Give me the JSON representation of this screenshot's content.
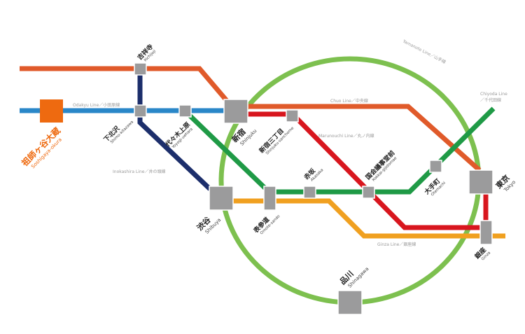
{
  "colors": {
    "chuo": "#e05a2a",
    "odakyu": "#2a87c8",
    "inokashira": "#1c2e6b",
    "chiyoda": "#1f9a46",
    "marunouchi": "#d8161e",
    "ginza": "#f0a020",
    "yamanote": "#7dc04f",
    "station": "#9b9b9c",
    "highlight": "#ee6a10"
  },
  "lines": {
    "yamanote": "Yamanote Line／山手線",
    "chuo": "Chuo Line／中央線",
    "odakyu": "Odakyu Line／小田原線",
    "marunouchi": "Marunouchi Line／丸ノ内線",
    "inokashira": "Inokashira Line／井の頭線",
    "chiyoda_1": "Chiyoda Line",
    "chiyoda_2": "／千代田線",
    "ginza": "Ginza Line／銀座線"
  },
  "stations": {
    "kichijoji": {
      "jp": "吉祥寺",
      "en": "Kichijoji"
    },
    "shimokitazawa": {
      "jp": "下北沢",
      "en": "Shimo-kitazawa"
    },
    "yoyogi_uehara": {
      "jp": "代々木上原",
      "en": "Yoyogi-uehara"
    },
    "soshigaya_okura": {
      "jp": "祖師ヶ谷大蔵",
      "en": "Soshigaya-okura"
    },
    "shinjuku": {
      "jp": "新宿",
      "en": "Shinjuku"
    },
    "shinjuku_sanchome": {
      "jp": "新宿三丁目",
      "en": "Shinjuku-sanchome"
    },
    "shibuya": {
      "jp": "渋谷",
      "en": "Shibuya"
    },
    "omote_sando": {
      "jp": "表参道",
      "en": "Omote-sando"
    },
    "akasaka": {
      "jp": "赤坂",
      "en": "Akasaka"
    },
    "kokkai_gijidomae": {
      "jp": "国会議事堂前",
      "en": "Kokkai-gijidomae"
    },
    "otemachi": {
      "jp": "大手町",
      "en": "Otemachi"
    },
    "tokyo": {
      "jp": "東京",
      "en": "Tokyo"
    },
    "ginza": {
      "jp": "銀座",
      "en": "Ginza"
    },
    "shinagawa": {
      "jp": "品川",
      "en": "Shinagawa"
    }
  }
}
